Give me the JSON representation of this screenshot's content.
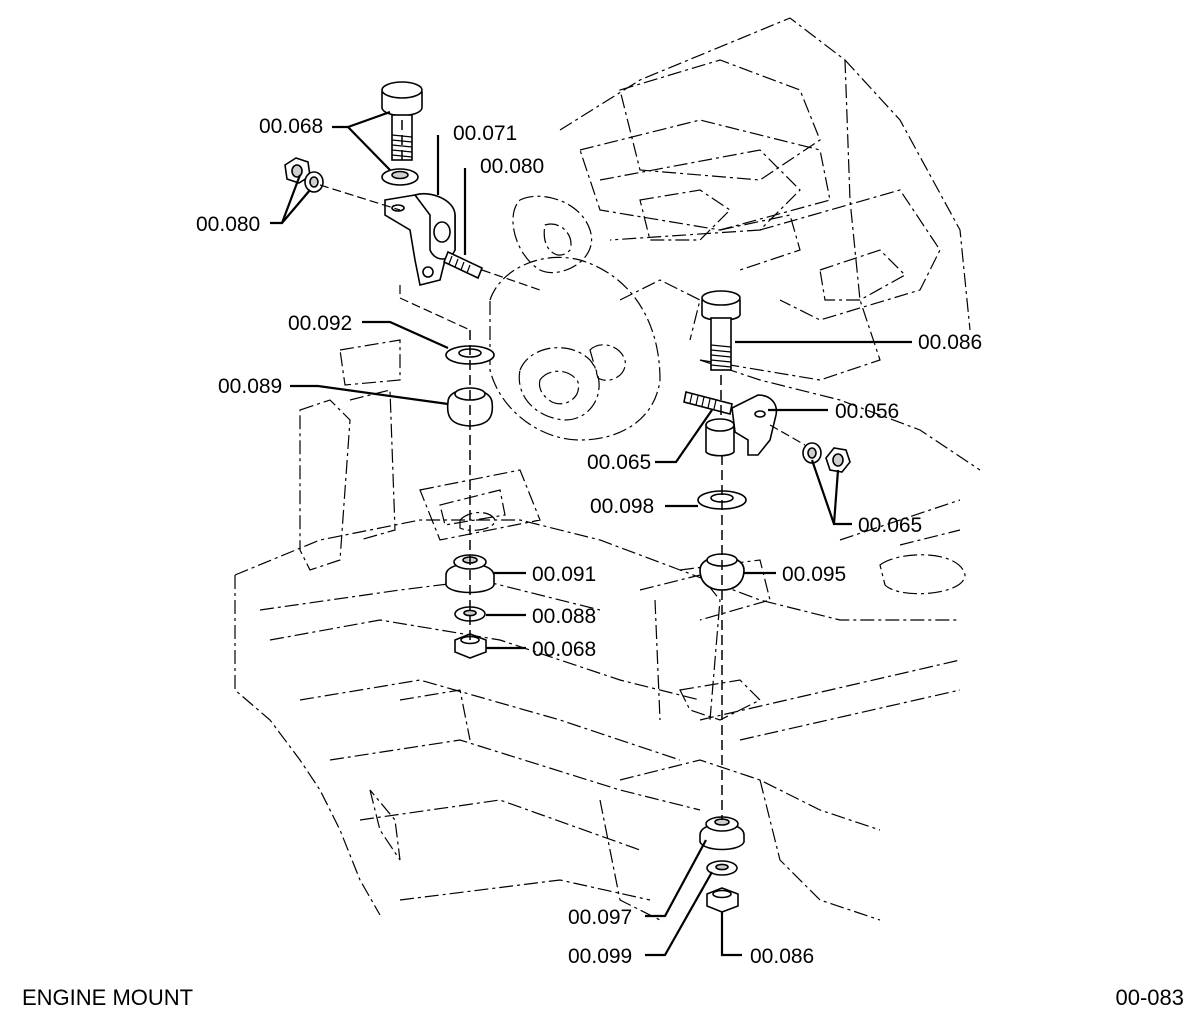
{
  "callouts": {
    "c_0068_top": "00.068",
    "c_0071": "00.071",
    "c_0080_right": "00.080",
    "c_0080_left": "00.080",
    "c_0092": "00.092",
    "c_0089": "00.089",
    "c_0086_top": "00.086",
    "c_0056": "00.056",
    "c_0065_left": "00.065",
    "c_0098": "00.098",
    "c_0065_right": "00.065",
    "c_0091": "00.091",
    "c_0095": "00.095",
    "c_0088": "00.088",
    "c_0068_bottom": "00.068",
    "c_0097": "00.097",
    "c_0099": "00.099",
    "c_0086_bottom": "00.086"
  },
  "footer": {
    "title": "ENGINE  MOUNT",
    "code": "00-083"
  }
}
